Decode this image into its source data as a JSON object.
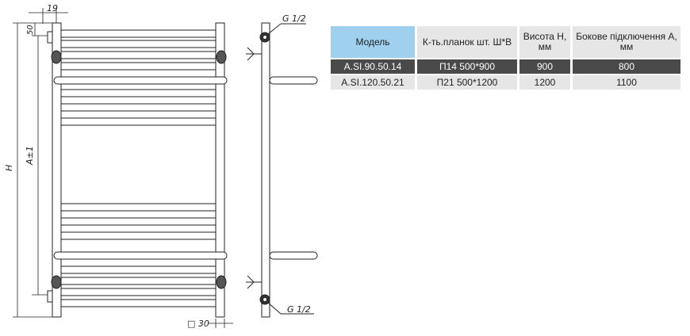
{
  "drawing": {
    "dim_top_width": "19",
    "dim_top_offset": "50",
    "dim_height": "H",
    "dim_axis": "A±1",
    "dim_square": "□ 30",
    "thread_top": "G 1/2",
    "thread_bottom": "G 1/2"
  },
  "table": {
    "headers": [
      "Модель",
      "К-ть.планок шт. Ш*В",
      "Висота Н, мм",
      "Бокове підключення А, мм"
    ],
    "rows": [
      [
        "A.SI.90.50.14",
        "П14 500*900",
        "900",
        "800"
      ],
      [
        "A.SI.120.50.21",
        "П21 500*1200",
        "1200",
        "1100"
      ]
    ]
  },
  "colors": {
    "header_model": "#9fd0ee",
    "header": "#e6e6e6",
    "row_dark": "#4a4a4a",
    "row_light": "#e6e6e6"
  }
}
